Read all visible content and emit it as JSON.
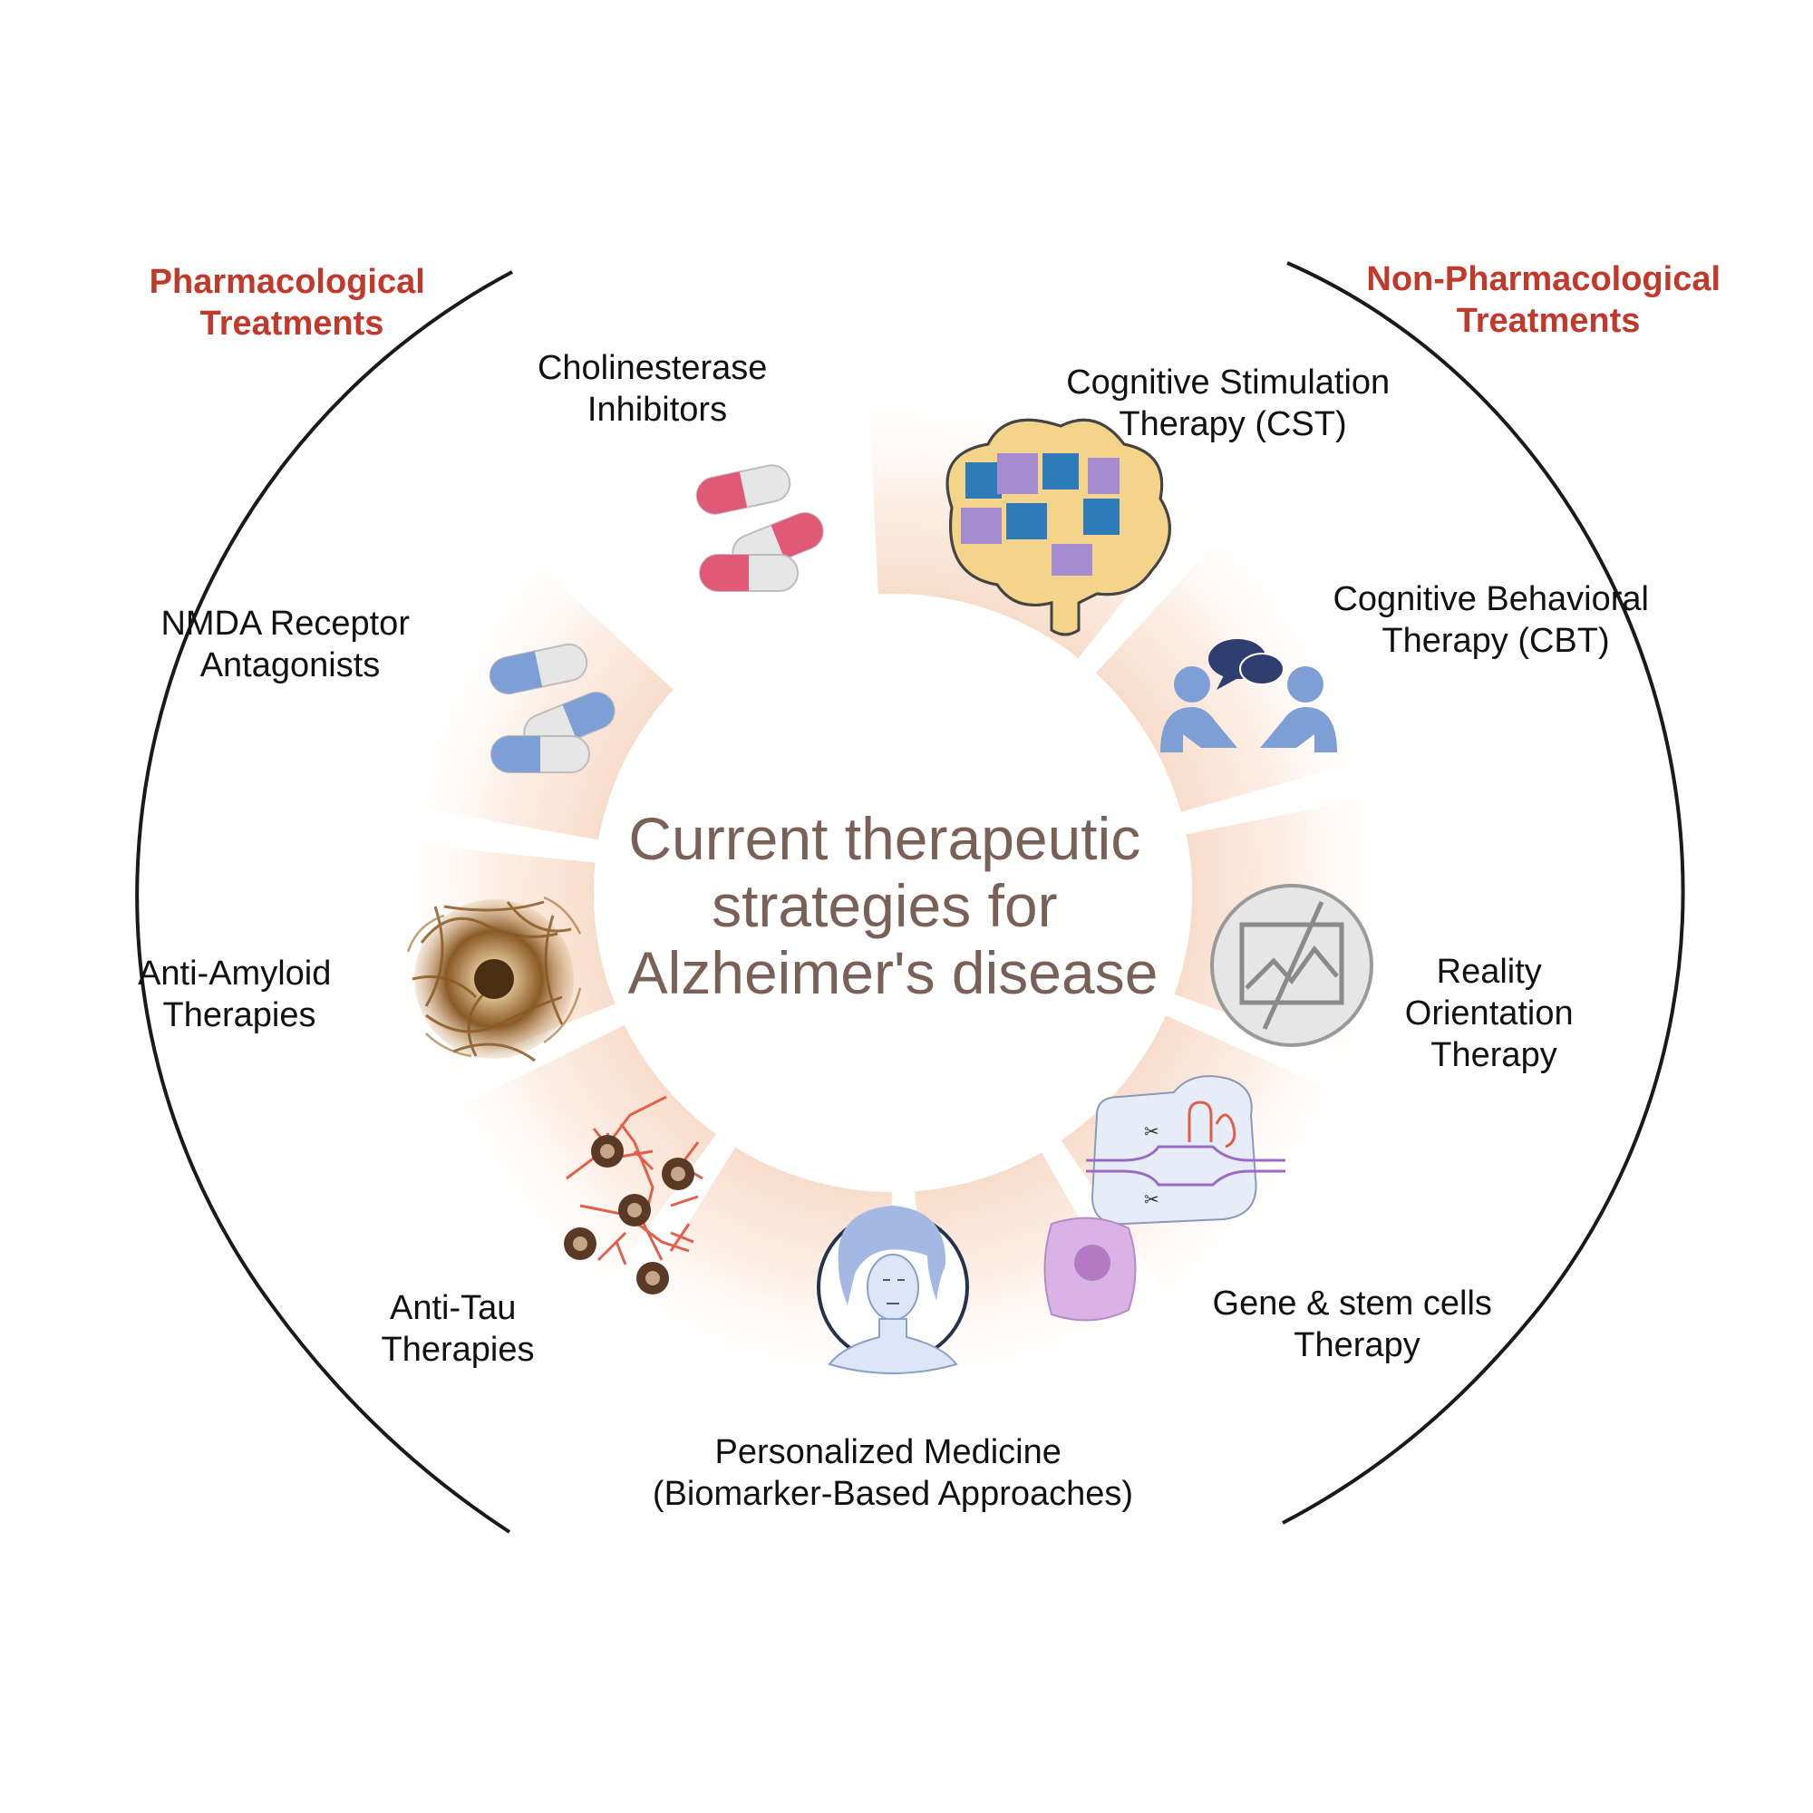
{
  "colors": {
    "group_heading": "#c0392b",
    "center_text": "#7a6158",
    "sector_glow": "#f6d2bb",
    "outline": "#1a1a1a"
  },
  "center": {
    "lines": [
      "Current therapeutic",
      "strategies for",
      "Alzheimer's disease"
    ]
  },
  "groups": {
    "pharmacological": {
      "lines": [
        "Pharmacological",
        "Treatments"
      ]
    },
    "non_pharmacological": {
      "lines": [
        "Non-Pharmacological",
        "Treatments"
      ]
    }
  },
  "therapies": {
    "cholinesterase": {
      "lines": [
        "Cholinesterase",
        "Inhibitors"
      ],
      "icon": "pink-capsules-icon"
    },
    "nmda": {
      "lines": [
        "NMDA Receptor",
        "Antagonists"
      ],
      "icon": "blue-capsules-icon"
    },
    "anti_amyloid": {
      "lines": [
        "Anti-Amyloid",
        "Therapies"
      ],
      "icon": "amyloid-plaque-icon"
    },
    "anti_tau": {
      "lines": [
        "Anti-Tau",
        "Therapies"
      ],
      "icon": "tau-tangles-icon"
    },
    "personalized": {
      "lines": [
        "Personalized Medicine",
        "(Biomarker-Based Approaches)"
      ],
      "icon": "patient-portrait-icon"
    },
    "gene_stem": {
      "lines": [
        "Gene & stem cells",
        "Therapy"
      ],
      "icon": "crispr-stem-cell-icon"
    },
    "reality": {
      "lines": [
        "Reality",
        "Orientation",
        "Therapy"
      ],
      "icon": "disoriented-picture-icon"
    },
    "cbt": {
      "lines": [
        "Cognitive Behavioral",
        "Therapy (CBT)"
      ],
      "icon": "conversation-icon"
    },
    "cst": {
      "lines": [
        "Cognitive Stimulation",
        "Therapy (CST)"
      ],
      "icon": "puzzle-brain-icon"
    }
  }
}
